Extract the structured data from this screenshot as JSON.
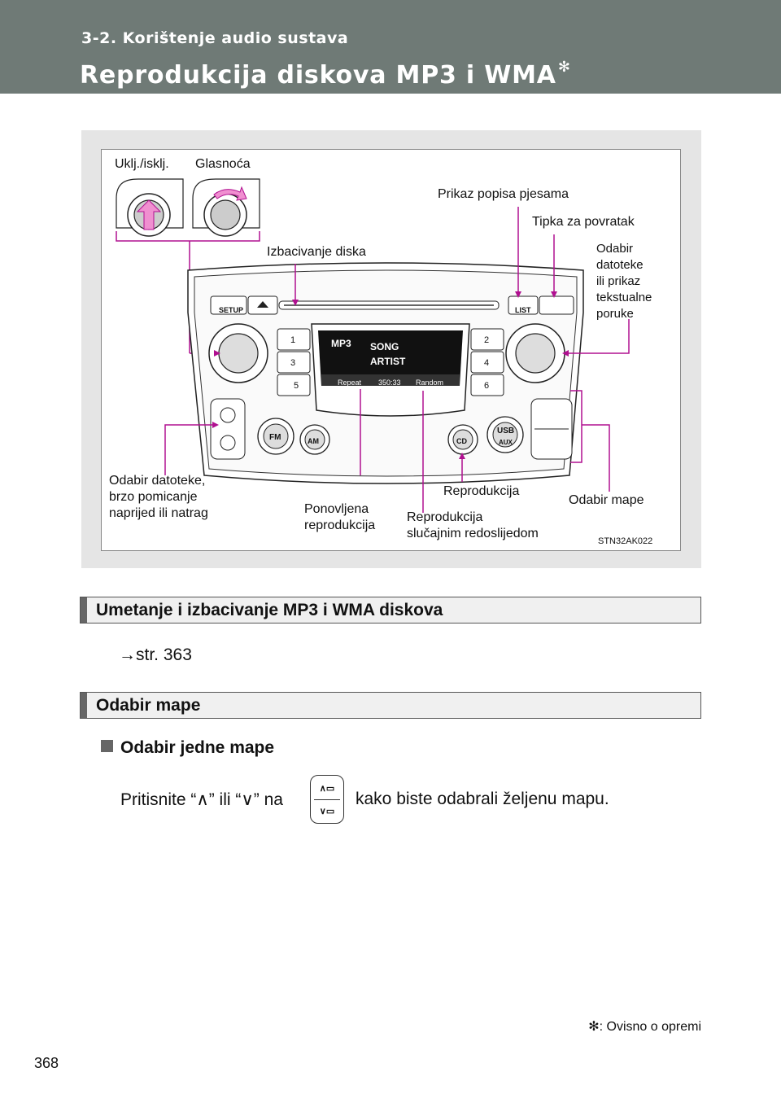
{
  "header": {
    "section": "3-2. Korištenje audio sustava",
    "title": "Reprodukcija diskova MP3 i WMA",
    "title_mark": "✻"
  },
  "figure": {
    "labels": {
      "power": "Uklj./isklj.",
      "volume": "Glasnoća",
      "list": "Prikaz popisa pjesama",
      "back": "Tipka za povratak",
      "eject": "Izbacivanje diska",
      "tune": "Odabir\ndatoteke\nili prikaz\ntekstualne\nporuke",
      "seek": "Odabir datoteke,\nbrzo pomicanje\nnaprijed ili natrag",
      "repeat": "Ponovljena\nreprodukcija",
      "play": "Reprodukcija",
      "random": "Reprodukcija\nslučajnim redoslijedom",
      "folder": "Odabir mape"
    },
    "code": "STN32AK022",
    "panel": {
      "setup": "SETUP",
      "list": "LIST",
      "fm": "FM",
      "am": "AM",
      "cd": "CD",
      "usb": "USB",
      "aux": "AUX",
      "presets": [
        "1",
        "2",
        "3",
        "4",
        "5",
        "6"
      ],
      "display_top": "SONG",
      "display_bottom": "ARTIST",
      "display_mp3": "MP3",
      "display_repeat": "Repeat",
      "display_time": "350:33",
      "display_random": "Random"
    }
  },
  "sections": [
    {
      "heading": "Umetanje i izbacivanje MP3 i WMA diskova",
      "text": "→str. 363"
    },
    {
      "heading": "Odabir mape"
    }
  ],
  "subheading": "Odabir jedne mape",
  "instruction": {
    "before": "Pritisnite “∧” ili “∨” na",
    "after": "kako biste odabrali željenu mapu."
  },
  "footnote": "✻: Ovisno o opremi",
  "page_number": "368"
}
